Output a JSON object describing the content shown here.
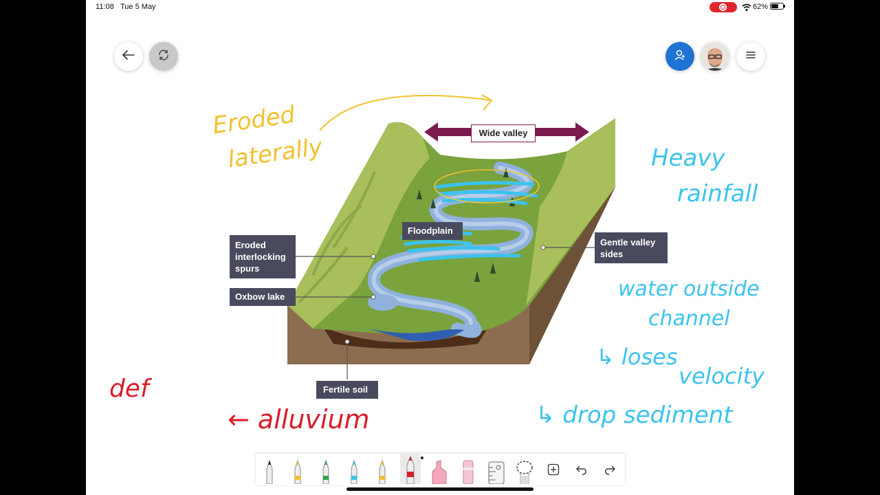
{
  "status_bar": {
    "time": "11:08",
    "date": "Tue 5 May",
    "battery": "62%",
    "battery_level": 0.62
  },
  "diagram": {
    "labels": {
      "wide_valley": "Wide valley",
      "floodplain": "Floodplain",
      "eroded_spurs": "Eroded interlocking spurs",
      "oxbow_lake": "Oxbow lake",
      "gentle_valley_sides": "Gentle valley sides",
      "fertile_soil": "Fertile soil"
    }
  },
  "annotations": {
    "yellow_line1": "Eroded",
    "yellow_line2": "laterally",
    "blue_heavy": "Heavy",
    "blue_rainfall": "rainfall",
    "blue_water_outside": "water outside",
    "blue_channel": "channel",
    "blue_loses": "↳ loses",
    "blue_velocity": "velocity",
    "blue_drop": "↳ drop sediment",
    "red_def": "def",
    "red_alluvium": "← alluvium"
  },
  "colors": {
    "yellow_ink": "#f2c12e",
    "blue_ink": "#3cc3ee",
    "red_ink": "#d81e2a",
    "label_bg": "#4a4a5e",
    "river": "#8fb1dc",
    "grass": "#7aa23d",
    "soil": "#5b3a22",
    "arrow": "#7d1a4e",
    "share_button": "#1f73d3"
  },
  "icons": {
    "back": "back-arrow-icon",
    "sync": "sync-icon",
    "share": "add-person-icon",
    "menu": "hamburger-menu-icon"
  },
  "toolbar": {
    "tools": [
      "pen-black",
      "pen-yellow",
      "pen-green",
      "pen-blue",
      "pen-yellow-2",
      "pen-red-selected",
      "highlighter-pink",
      "eraser-pink",
      "ruler",
      "lasso",
      "add",
      "undo",
      "redo"
    ]
  }
}
